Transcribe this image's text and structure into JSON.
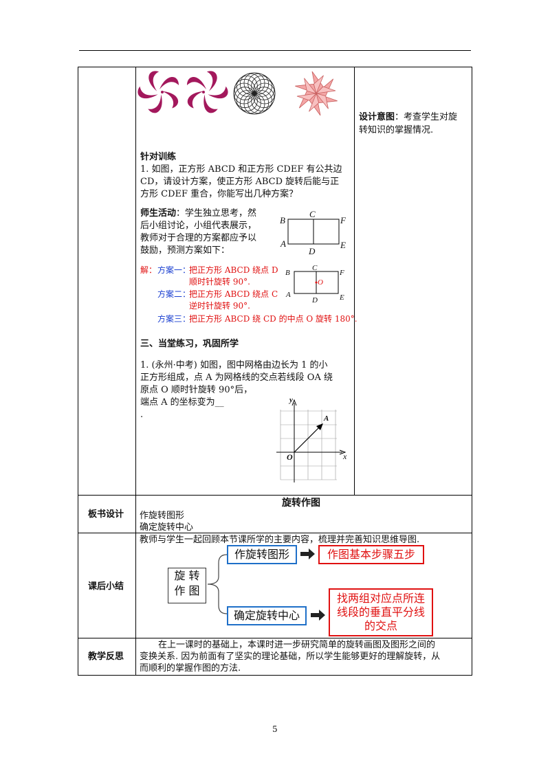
{
  "header_rule": true,
  "images_row": {
    "icons": [
      "pinwheel-left-icon",
      "pinwheel-right-icon",
      "spirograph-circle-icon",
      "star-flower-icon"
    ],
    "colors": {
      "magenta": "#a3185c",
      "pink": "#f4a6a6"
    }
  },
  "design_intent": {
    "label": "设计意图",
    "text_line1": "：考查学生对旋",
    "text_line2": "转知识的掌握情况."
  },
  "targeted_training": {
    "heading": "针对训练",
    "q1_line1": "1. 如图，正方形 ABCD 和正方形 CDEF 有公共边",
    "q1_line2": "CD，请设计方案，使正方形 ABCD 旋转后能与正",
    "q1_line3": "方形 CDEF 重合，你能写出几种方案？"
  },
  "activity": {
    "label": "师生活动",
    "line1": "：学生独立思考，然",
    "line2": "后小组讨论，小组代表展示，",
    "line3": "教师对于合理的方案都应予以",
    "line4": "鼓励，预测方案如下："
  },
  "figure_labels": {
    "B": "B",
    "C": "C",
    "F": "F",
    "A": "A",
    "D": "D",
    "E": "E",
    "O": "O"
  },
  "solutions": {
    "prefix": "解：",
    "plan1_label": "方案一：",
    "plan1_line1": "把正方形 ABCD 绕点 D",
    "plan1_line2": "顺时针旋转 90°.",
    "plan2_label": "方案二：",
    "plan2_line1": "把正方形 ABCD 绕点 C",
    "plan2_line2": "逆时针旋转 90°.",
    "plan3_label": "方案三：",
    "plan3_text": "把正方形 ABCD 绕 CD 的中点 O 旋转 180°."
  },
  "practice": {
    "heading": "三、当堂练习，巩固所学",
    "q1_line1": "1. (永州·中考)  如图，图中网格由边长为 1 的小",
    "q1_line2": "正方形组成，点 A 为网格线的交点若线段 OA 绕",
    "q1_line3": "原点 O 顺时针旋转  90°后，",
    "q1_line4": "端点 A 的坐标变为__",
    "q1_line5": ".",
    "axis_x": "x",
    "axis_y": "y",
    "origin": "O",
    "point": "A"
  },
  "board": {
    "label": "板书设计",
    "title": "旋转作图",
    "line1": "作旋转图形",
    "line2": "确定旋转中心"
  },
  "summary": {
    "label": "课后小结",
    "intro": "教师与学生一起回顾本节课所学的主要内容，梳理并完善知识思维导图.",
    "root_line1": "旋  转",
    "root_line2": "作  图",
    "branch1": "作旋转图形",
    "branch1_result": "作图基本步骤五步",
    "branch2": "确定旋转中心",
    "branch2_result_line1": "找两组对应点所连",
    "branch2_result_line2": "线段的垂直平分线",
    "branch2_result_line3": "的交点",
    "arrow_icon": "right-arrow-icon"
  },
  "reflection": {
    "label": "教学反思",
    "line1": "在上一课时的基础上，本课时进一步研究简单的旋转画图及图形之间的",
    "line2": "变换关系. 因为前面有了坚实的理论基础，所以学生能够更好的理解旋转，从",
    "line3": "而顺利的掌握作图的方法."
  },
  "page_number": "5"
}
